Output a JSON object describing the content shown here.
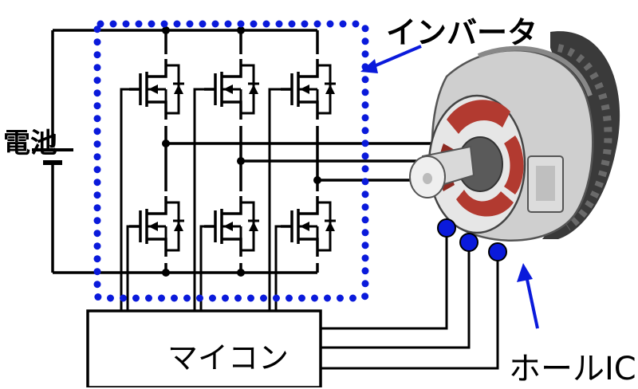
{
  "labels": {
    "battery": "電池",
    "inverter": "インバータ",
    "microcontroller": "マイコン",
    "hall_ic": "ホールIC"
  },
  "colors": {
    "line": "#000000",
    "inverter_outline": "#0a1adb",
    "hall_sensor": "#0a1adb",
    "arrow": "#0a1adb",
    "coil": "#b23a30",
    "motor_body": "#cfcfcf"
  },
  "icons": {
    "transistor": "mosfet-symbol",
    "motor": "bldc-motor-illustration",
    "sensor": "hall-sensor-dot"
  }
}
